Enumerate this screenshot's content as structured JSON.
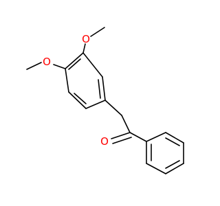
{
  "molecule": {
    "atoms": {
      "o_methoxy_top": "O",
      "o_methoxy_left": "O",
      "o_carbonyl": "O"
    },
    "colors": {
      "oxygen": "#ff0000",
      "bond": "#000000",
      "background": "#ffffff"
    }
  }
}
